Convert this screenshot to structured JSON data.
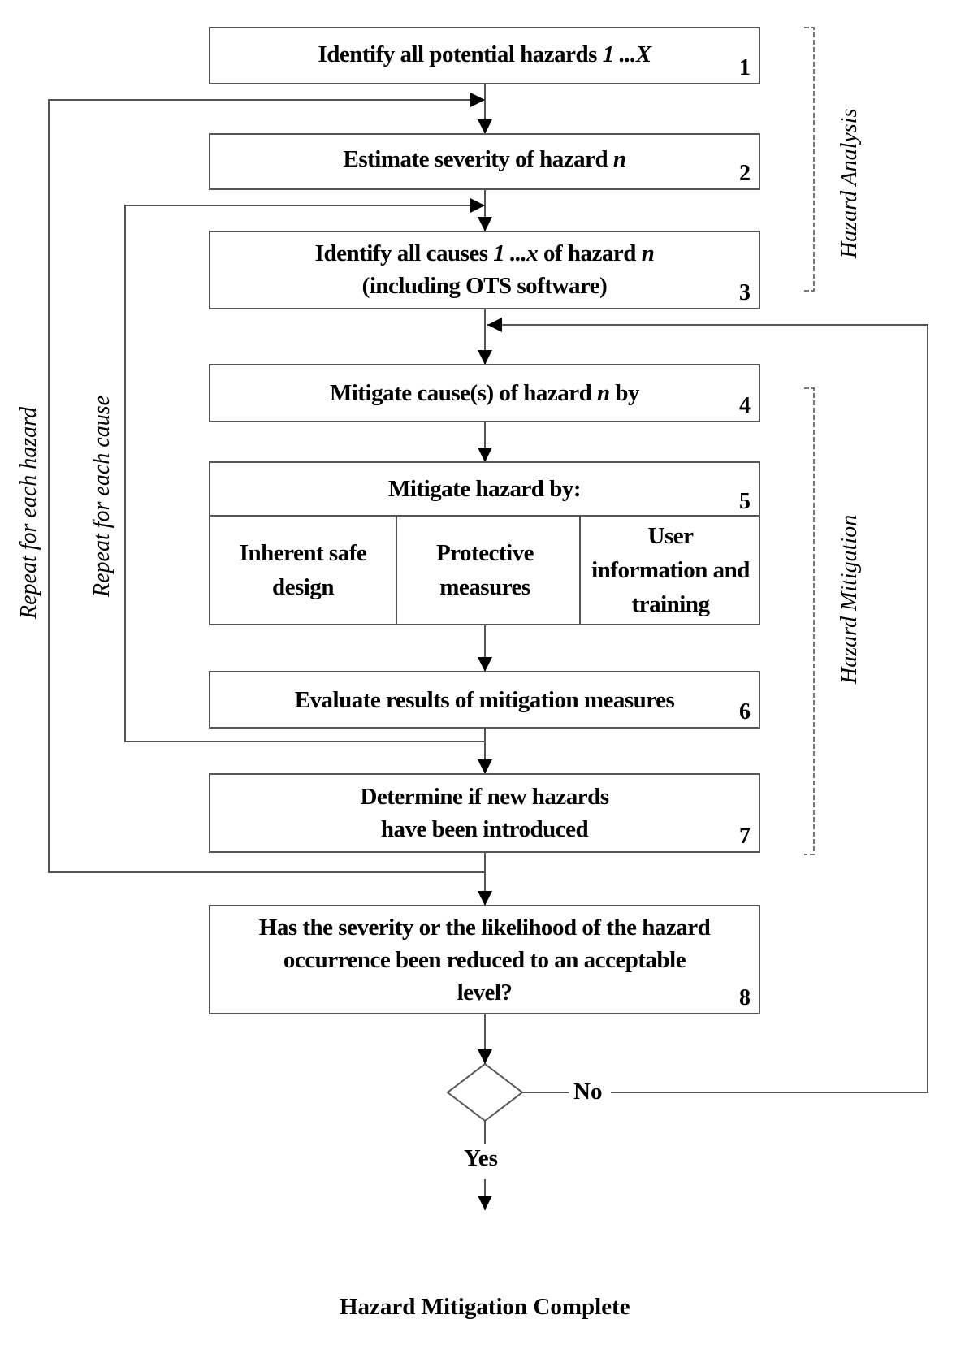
{
  "diagram": {
    "type": "flowchart",
    "steps": [
      {
        "id": 1,
        "text_pre": "Identify all potential hazards ",
        "text_italic": "1 ...X",
        "text_post": "",
        "number": "1"
      },
      {
        "id": 2,
        "text_pre": "Estimate severity of hazard ",
        "text_italic": "n",
        "text_post": "",
        "number": "2"
      },
      {
        "id": 3,
        "line1_pre": "Identify all causes ",
        "line1_italic": "1 ...x",
        "line1_mid": " of hazard ",
        "line1_italic2": "n",
        "line2": "(including OTS software)",
        "number": "3"
      },
      {
        "id": 4,
        "text_pre": "Mitigate cause(s) of hazard ",
        "text_italic": "n",
        "text_post": " by",
        "number": "4"
      },
      {
        "id": 5,
        "header": "Mitigate hazard by:",
        "number": "5",
        "options": [
          "Inherent safe design",
          "Protective measures",
          "User information and training"
        ]
      },
      {
        "id": 6,
        "text": "Evaluate results of mitigation measures",
        "number": "6"
      },
      {
        "id": 7,
        "line1": "Determine if new hazards",
        "line2": "have been introduced",
        "number": "7"
      },
      {
        "id": 8,
        "line1": "Has the severity or the likelihood of the hazard",
        "line2": "occurrence been reduced to an acceptable",
        "line3": "level?",
        "number": "8"
      }
    ],
    "decision": {
      "no_label": "No",
      "yes_label": "Yes"
    },
    "end_label": "Hazard Mitigation Complete",
    "loops": {
      "each_hazard": "Repeat for each hazard",
      "each_cause": "Repeat for each cause"
    },
    "phases": {
      "analysis": "Hazard Analysis",
      "mitigation": "Hazard Mitigation"
    }
  }
}
